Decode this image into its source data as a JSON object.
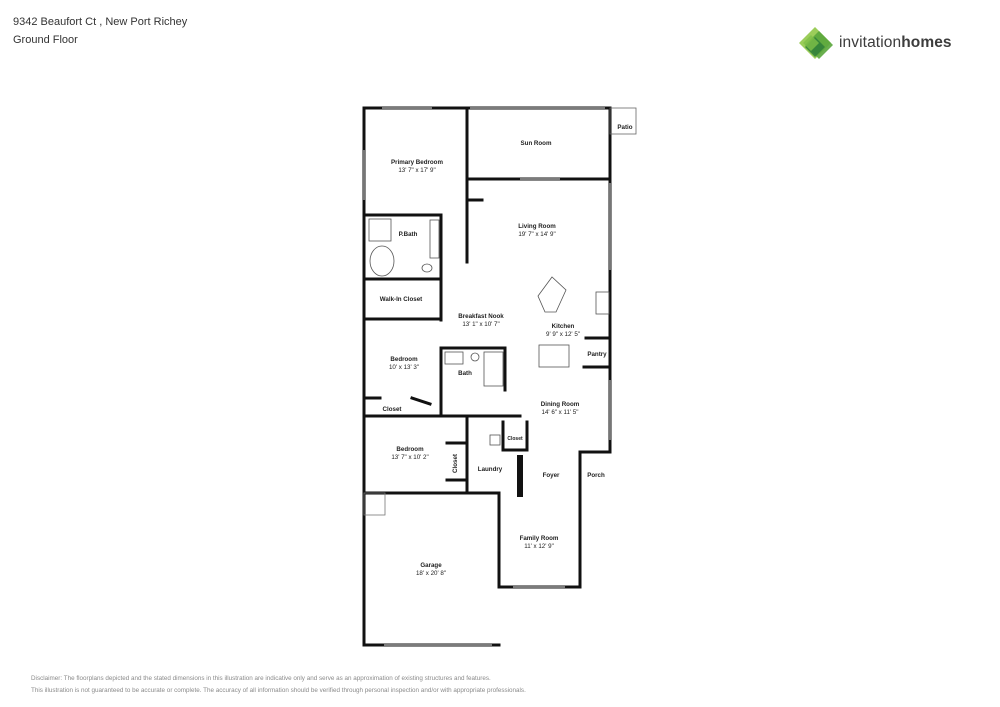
{
  "header": {
    "address": "9342 Beaufort Ct , New Port Richey",
    "floor": "Ground Floor"
  },
  "brand": {
    "name_part1": "invitation",
    "name_part2": "homes",
    "icon": "diamond-logo-icon",
    "colors": {
      "light": "#9ccd5a",
      "mid": "#5aa63c",
      "dark": "#2f7f3a"
    }
  },
  "rooms": {
    "primary_bedroom": {
      "name": "Primary Bedroom",
      "dims": "13' 7\" x 17' 9\""
    },
    "sun_room": {
      "name": "Sun Room"
    },
    "patio": {
      "name": "Patio"
    },
    "pbath": {
      "name": "P.Bath"
    },
    "living_room": {
      "name": "Living Room",
      "dims": "19' 7\" x 14' 9\""
    },
    "walkin_closet": {
      "name": "Walk-In Closet"
    },
    "breakfast_nook": {
      "name": "Breakfast Nook",
      "dims": "13' 1\" x 10' 7\""
    },
    "kitchen": {
      "name": "Kitchen",
      "dims": "9' 9\" x 12' 5\""
    },
    "pantry": {
      "name": "Pantry"
    },
    "bedroom1": {
      "name": "Bedroom",
      "dims": "10' x 13' 3\""
    },
    "bath": {
      "name": "Bath"
    },
    "closet1": {
      "name": "Closet"
    },
    "dining_room": {
      "name": "Dining Room",
      "dims": "14' 6\" x 11' 5\""
    },
    "closet2": {
      "name": "Closet"
    },
    "bedroom2": {
      "name": "Bedroom",
      "dims": "13' 7\" x 10' 2\""
    },
    "closet3": {
      "name": "Closet"
    },
    "laundry": {
      "name": "Laundry"
    },
    "foyer": {
      "name": "Foyer"
    },
    "porch": {
      "name": "Porch"
    },
    "family_room": {
      "name": "Family Room",
      "dims": "11' x 12' 9\""
    },
    "garage": {
      "name": "Garage",
      "dims": "18' x 20' 8\""
    }
  },
  "disclaimer": {
    "line1": "Disclaimer: The floorplans depicted and the stated dimensions in this illustration are indicative only and serve as an approximation of existing structures and features.",
    "line2": "This illustration is not guaranteed to be accurate or complete. The accuracy of all information should be verified through personal inspection and/or with appropriate professionals."
  }
}
